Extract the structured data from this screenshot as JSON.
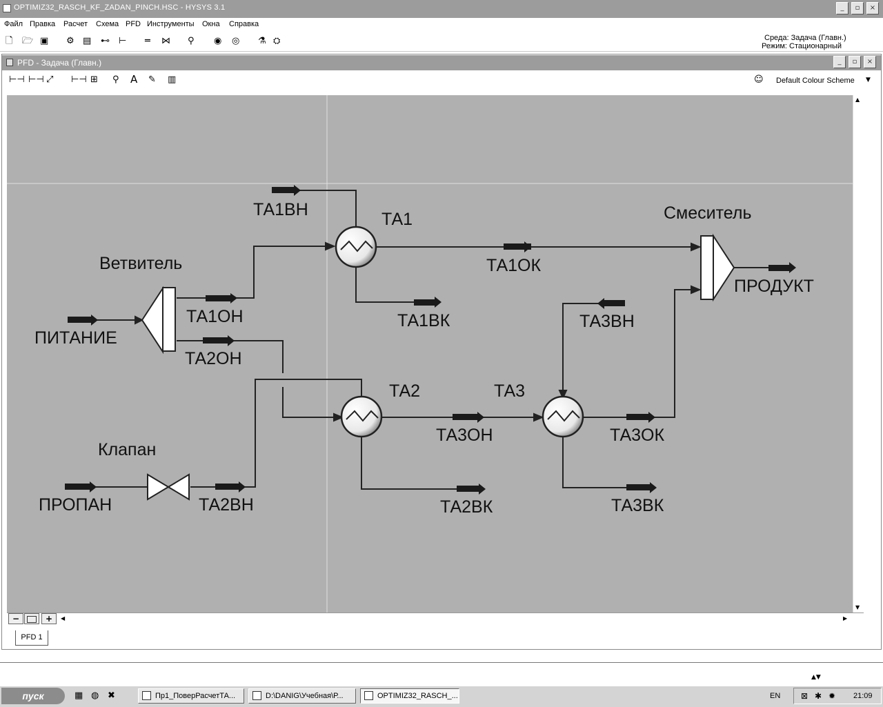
{
  "app": {
    "title": "OPTIMIZ32_RASCH_KF_ZADAN_PINCH.HSC - HYSYS 3.1",
    "window_buttons": [
      "_",
      "▫",
      "×"
    ]
  },
  "menu": [
    "Файл",
    "Правка",
    "Расчет",
    "Схема",
    "PFD",
    "Инструменты",
    "Окна",
    "Справка"
  ],
  "environment": {
    "line1": "Среда: Задача (Главн.)",
    "line2": "Режим: Стационарный"
  },
  "pfd_window": {
    "title": "PFD - Задача (Главн.)",
    "colour_scheme": "Default Colour Scheme",
    "tab": "PFD 1",
    "zoom_minus": "−",
    "zoom_plus": "+"
  },
  "diagram": {
    "unit_labels": {
      "splitter": "Ветвитель",
      "mixer": "Смеситель",
      "valve": "Клапан",
      "hx1": "ТА1",
      "hx2": "ТА2",
      "hx3": "ТА3"
    },
    "stream_labels": {
      "feed": "ПИТАНИЕ",
      "propane": "ПРОПАН",
      "product": "ПРОДУКТ",
      "ta1vn": "ТА1ВН",
      "ta1on": "ТА1ОН",
      "ta2on": "ТА2ОН",
      "ta1ok": "ТА1ОК",
      "ta1vk": "ТА1ВК",
      "ta3vn": "ТА3ВН",
      "ta3on": "ТА3ОН",
      "ta3ok": "ТА3ОК",
      "ta2vk": "ТА2ВК",
      "ta3vk": "ТА3ВК",
      "ta2vn": "ТА2ВН"
    }
  },
  "taskbar": {
    "start": "пуск",
    "tasks": [
      "Пр1_ПоверРасчетТА...",
      "D:\\DANIG\\Учебная\\Р...",
      "OPTIMIZ32_RASCH_..."
    ],
    "lang": "EN",
    "clock": "21:09"
  }
}
